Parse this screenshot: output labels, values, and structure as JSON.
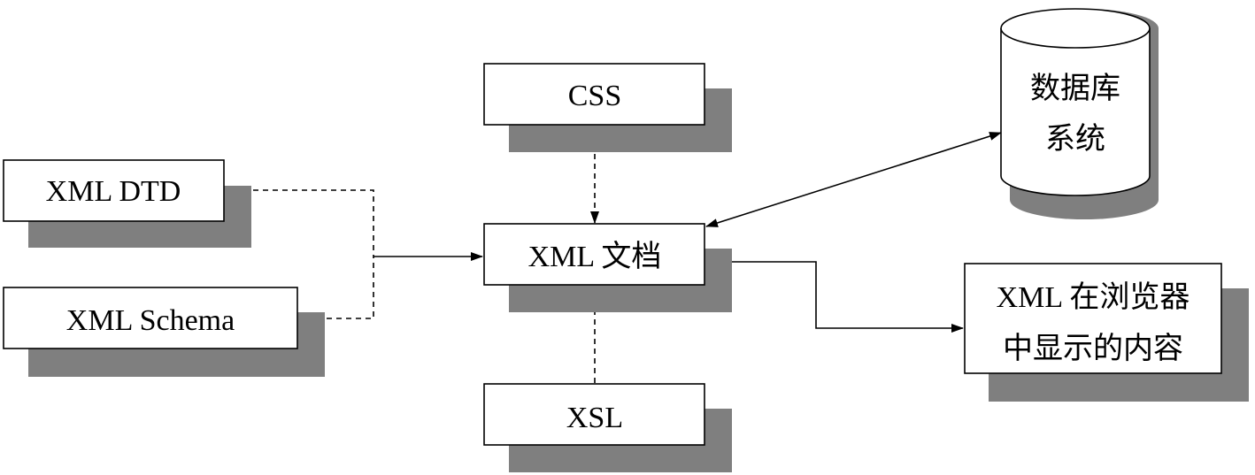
{
  "nodes": {
    "xml_dtd": {
      "label": "XML DTD"
    },
    "xml_schema": {
      "label": "XML Schema"
    },
    "css": {
      "label": "CSS"
    },
    "xml_doc": {
      "label": "XML 文档"
    },
    "xsl": {
      "label": "XSL"
    },
    "database": {
      "line1": "数据库",
      "line2": "系统"
    },
    "browser": {
      "line1": "XML 在浏览器",
      "line2": "中显示的内容"
    }
  },
  "edges": [
    {
      "from": "xml_dtd",
      "to": "xml_doc",
      "style": "dashed-then-solid"
    },
    {
      "from": "xml_schema",
      "to": "xml_doc",
      "style": "dashed-then-solid"
    },
    {
      "from": "css",
      "to": "xml_doc",
      "style": "dashed"
    },
    {
      "from": "xsl",
      "to": "xml_doc",
      "style": "dashed"
    },
    {
      "from": "xml_doc",
      "to": "database",
      "style": "solid",
      "bidirectional": true
    },
    {
      "from": "xml_doc",
      "to": "browser",
      "style": "solid"
    }
  ],
  "colors": {
    "shadow": "#7f7f7f",
    "stroke": "#000000",
    "fill": "#ffffff"
  }
}
